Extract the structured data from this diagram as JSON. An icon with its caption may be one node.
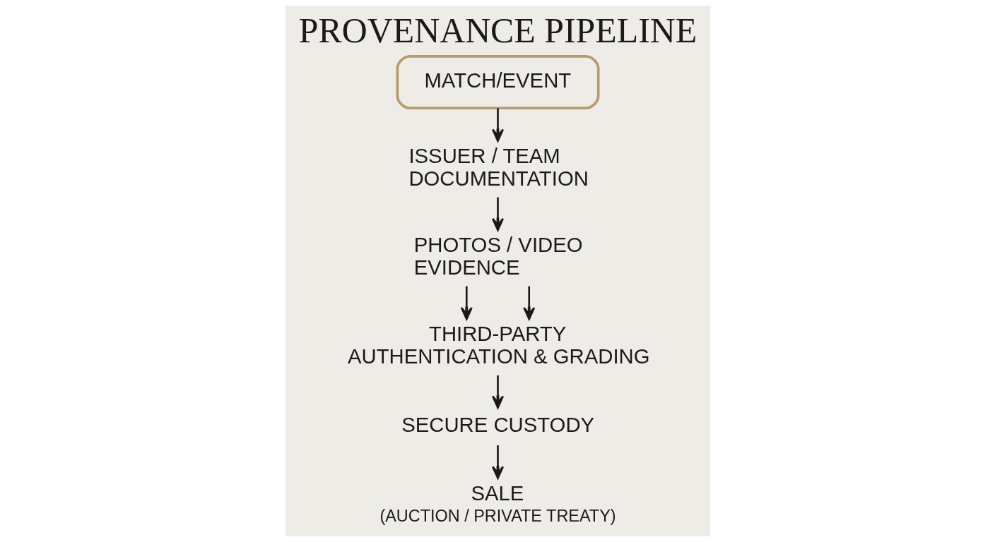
{
  "diagram": {
    "title": "PROVENANCE PIPELINE",
    "nodes": [
      {
        "text": [
          "MATCH/EVENT"
        ]
      },
      {
        "text": [
          "ISSUER / TEAM DOCUMENTATION"
        ]
      },
      {
        "text": [
          "PHOTOS / VIDEO EVIDENCE"
        ]
      },
      {
        "text": [
          "THIRD-PARTY AUTHENTICATION & GRADING"
        ]
      },
      {
        "text": [
          "SECURE CUSTODY"
        ]
      },
      {
        "text": [
          "SALE",
          "(AUCTION / PRIVATE TREATY)"
        ]
      }
    ],
    "edges": [
      {
        "from": 0,
        "to": 1,
        "arrow": "to"
      },
      {
        "from": 1,
        "to": 2,
        "arrow": "to"
      },
      {
        "from": 2,
        "to": 3,
        "arrow": "to"
      },
      {
        "from": 2,
        "to": 3,
        "arrow": "to"
      },
      {
        "from": 3,
        "to": 4,
        "arrow": "to"
      },
      {
        "from": 4,
        "to": 5,
        "arrow": "to"
      }
    ]
  }
}
